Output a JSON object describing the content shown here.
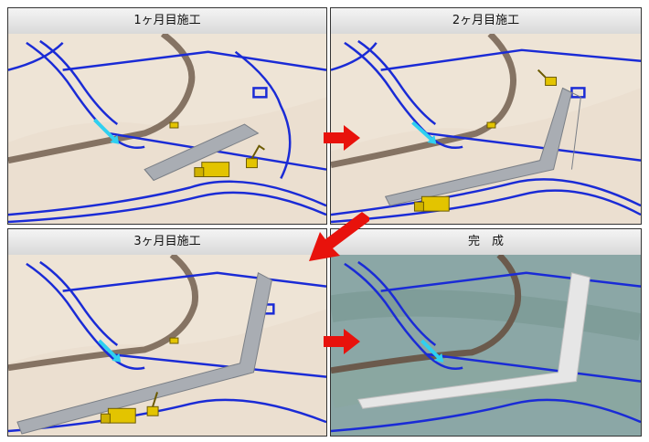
{
  "panels": [
    {
      "title": "1ヶ月目施工",
      "stage": 1
    },
    {
      "title": "2ヶ月目施工",
      "stage": 2
    },
    {
      "title": "3ヶ月目施工",
      "stage": 3
    },
    {
      "title": "完　成",
      "stage": 4
    }
  ],
  "colors": {
    "arrow": "#e8120c",
    "road_line": "#1a2bd6",
    "terrain": "#e9dccd",
    "forest": "#7a9aa6",
    "dirt_road": "#857363",
    "embankment": "#a9adb3",
    "machine": "#e3c400",
    "flow": "#2fd0f0"
  },
  "icons": [
    "excavator-icon",
    "dump-truck-icon",
    "arrow-right-icon",
    "arrow-down-left-icon"
  ]
}
